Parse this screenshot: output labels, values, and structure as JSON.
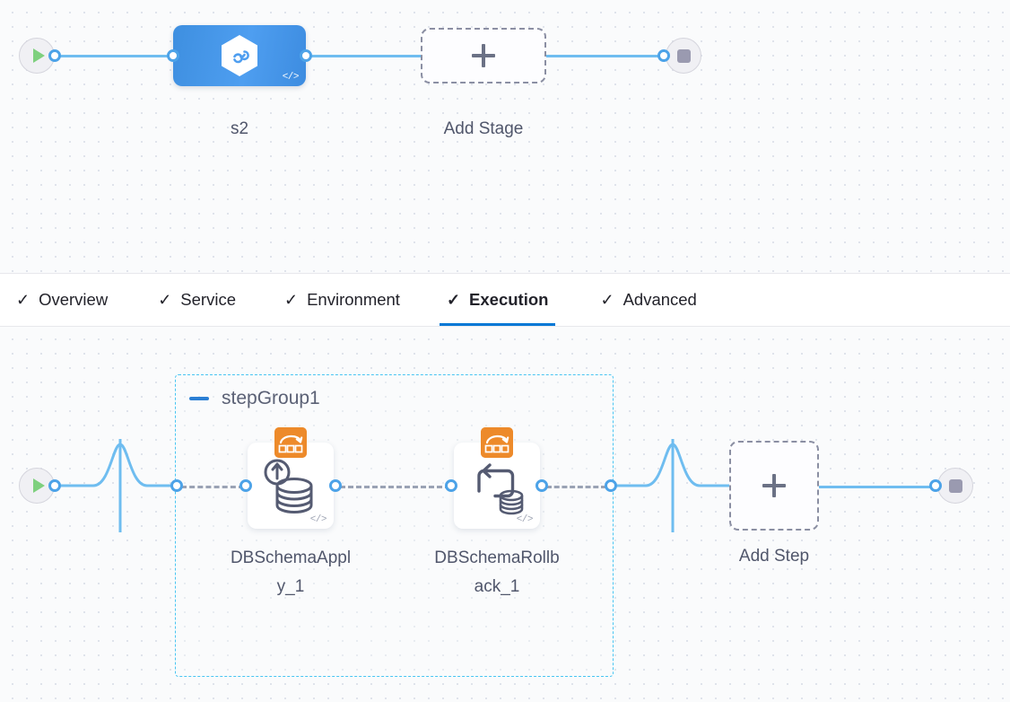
{
  "stage_canvas": {
    "name": "pipeline-stage-canvas",
    "start_node": {
      "icon": "play-icon",
      "label": ""
    },
    "end_node": {
      "icon": "stop-icon",
      "label": ""
    },
    "stage": {
      "label": "s2",
      "icon": "harness-cd-hexagon-icon",
      "code_badge": "</>",
      "color": "#4e9ef0"
    },
    "add_stage": {
      "label": "Add Stage",
      "icon": "plus-icon"
    }
  },
  "tabs": {
    "check_glyph": "✓",
    "active": "Execution",
    "accent": "#0278d5",
    "items": [
      {
        "label": "Overview",
        "id": "overview",
        "checked": true,
        "active": false
      },
      {
        "label": "Service",
        "id": "service",
        "checked": true,
        "active": false
      },
      {
        "label": "Environment",
        "id": "environment",
        "checked": true,
        "active": false
      },
      {
        "label": "Execution",
        "id": "execution",
        "checked": true,
        "active": true
      },
      {
        "label": "Advanced",
        "id": "advanced",
        "checked": true,
        "active": false
      }
    ]
  },
  "step_canvas": {
    "name": "execution-steps-canvas",
    "start_node": {
      "icon": "play-icon"
    },
    "end_node": {
      "icon": "stop-icon"
    },
    "step_group": {
      "title": "stepGroup1",
      "collapse_icon": "minus-icon",
      "border_color": "#49c5f2"
    },
    "steps": [
      {
        "label_line1": "DBSchemaAppl",
        "label_line2": "y_1",
        "full_label": "DBSchemaApply_1",
        "badge_icon": "harness-step-badge-icon",
        "badge_color": "#ed8a2a",
        "icon": "db-schema-apply-icon",
        "code_badge": "</>"
      },
      {
        "label_line1": "DBSchemaRollb",
        "label_line2": "ack_1",
        "full_label": "DBSchemaRollback_1",
        "badge_icon": "harness-step-badge-icon",
        "badge_color": "#ed8a2a",
        "icon": "db-schema-rollback-icon",
        "code_badge": "</>"
      }
    ],
    "add_step": {
      "label": "Add Step",
      "icon": "plus-icon"
    }
  }
}
